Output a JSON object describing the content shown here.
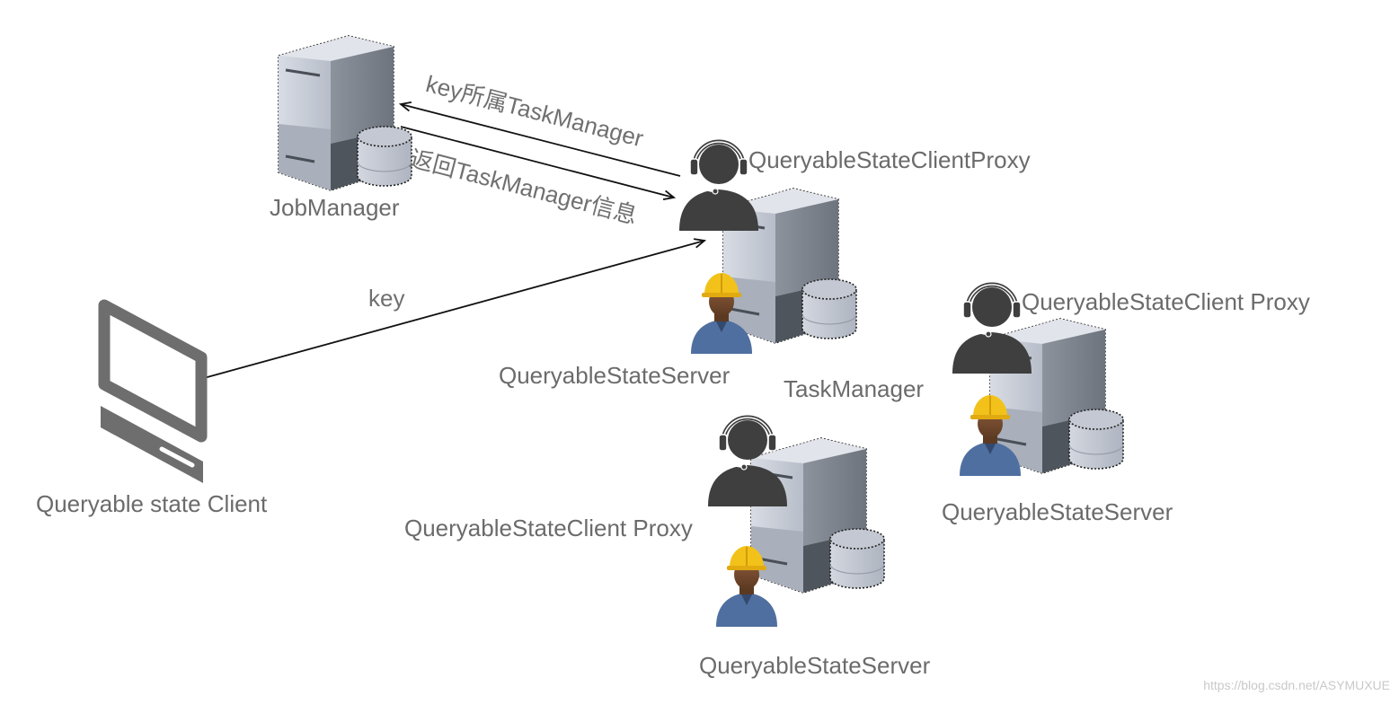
{
  "nodes": {
    "job_manager": {
      "label": "JobManager"
    },
    "client": {
      "label": "Queryable state Client"
    },
    "task_manager_1": {
      "proxy_label": "QueryableStateClientProxy",
      "server_label": "QueryableStateServer",
      "label": "TaskManager"
    },
    "task_manager_2": {
      "proxy_label": "QueryableStateClient Proxy",
      "server_label": "QueryableStateServer"
    },
    "task_manager_3": {
      "proxy_label": "QueryableStateClient Proxy",
      "server_label": "QueryableStateServer"
    }
  },
  "edges": {
    "proxy_to_jobmanager": {
      "label": "key所属TaskManager"
    },
    "jobmanager_to_proxy": {
      "label": "返回TaskManager信息"
    },
    "client_to_proxy": {
      "label": "key"
    }
  },
  "watermark": "https://blog.csdn.net/ASYMUXUE",
  "colors": {
    "server_light": "#c9ced8",
    "server_dark": "#5f6670",
    "headset_person": "#3f3f3f",
    "worker_helmet": "#f2c21a",
    "worker_shirt": "#4f6fa0",
    "arrow": "#111111",
    "label_text": "#6b6b6b",
    "monitor": "#6e6e6e"
  },
  "icons": [
    "server-icon",
    "database-icon",
    "headset-person-icon",
    "worker-icon",
    "monitor-icon"
  ]
}
